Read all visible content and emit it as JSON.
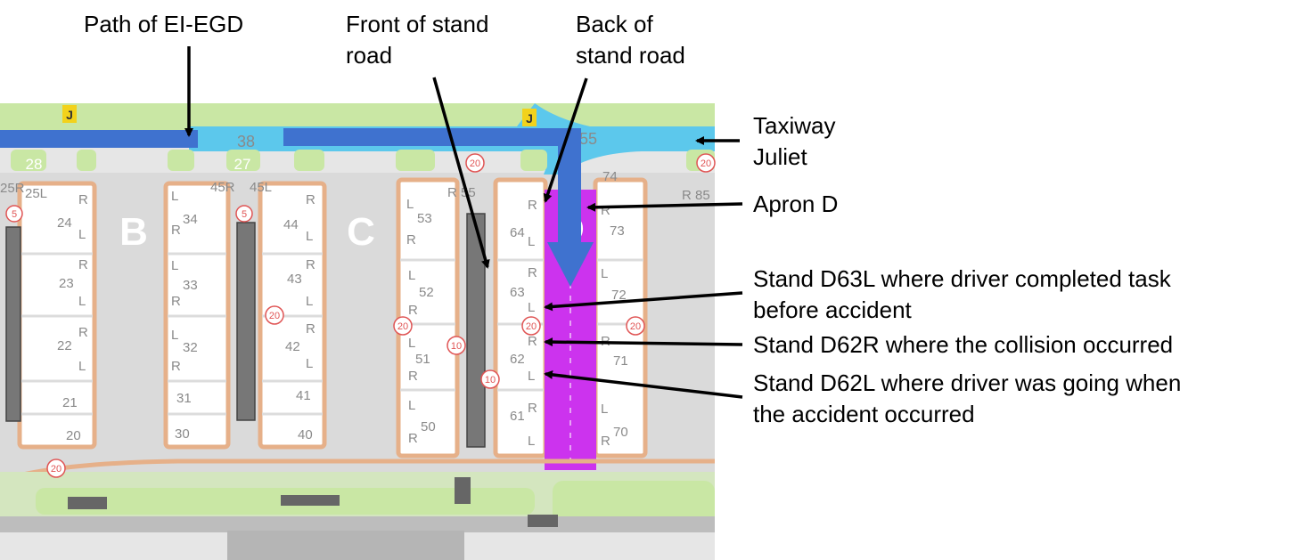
{
  "colors": {
    "grass": "#c9e7a4",
    "taxiway": "#5cc8ec",
    "apron_bg": "#dadada",
    "stand": "#ffffff",
    "edge_line": "#e6b089",
    "path_arrow": "#3f72cf",
    "apron_d_highlight": "#cc33ee",
    "speed_sign": "#e05555"
  },
  "callouts": {
    "path_ei_egd": [
      "Path of EI-EGD"
    ],
    "front_stand_road": [
      "Front of stand",
      "road"
    ],
    "back_stand_road": [
      "Back of",
      "stand road"
    ],
    "taxiway_juliet": [
      "Taxiway",
      "Juliet"
    ],
    "apron_d": [
      "Apron D"
    ],
    "stand_d63l": [
      "Stand D63L where driver completed task",
      "before accident"
    ],
    "stand_d62r": [
      "Stand D62R where the collision occurred"
    ],
    "stand_d62l": [
      "Stand D62L where driver was going when",
      "the accident occurred"
    ]
  },
  "map": {
    "apron_letters": [
      "B",
      "C",
      "D"
    ],
    "taxiway_signs": [
      "J",
      "J"
    ],
    "taxiway_numbers": [
      "38",
      "55"
    ],
    "stand_numbers": [
      "28",
      "27",
      "25R",
      "25L",
      "45R",
      "45L",
      "24",
      "34",
      "44",
      "53",
      "64",
      "73",
      "23",
      "33",
      "43",
      "52",
      "63",
      "72",
      "22",
      "32",
      "42",
      "51",
      "62",
      "71",
      "21",
      "31",
      "41",
      "61",
      "20",
      "30",
      "40",
      "50",
      "70",
      "74",
      "R 85",
      "R 55"
    ],
    "stand_side_letters": [
      "L",
      "R"
    ],
    "speed_limits": [
      "5",
      "10",
      "20"
    ]
  }
}
